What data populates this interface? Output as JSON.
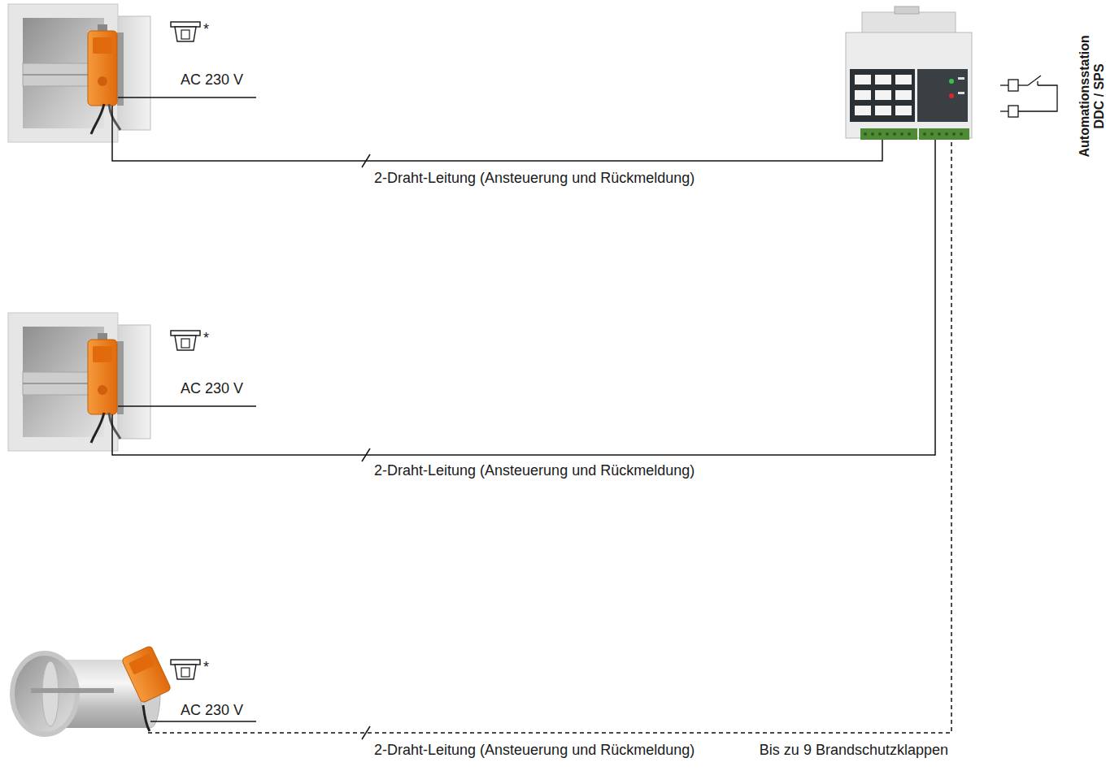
{
  "diagram": {
    "labels": [
      "*",
      "AC 230 V",
      "Automationsstation DDC / SPS",
      "2-Draht-Leitung (Ansteuerung und Rückmeldung)",
      "*",
      "AC 230 V",
      "2-Draht-Leitung (Ansteuerung und Rückmeldung)",
      "*",
      "AC 230 V",
      "2-Draht-Leitung (Ansteuerung und Rückmeldung)",
      "Bis zu 9 Brandschutzklappen"
    ]
  }
}
